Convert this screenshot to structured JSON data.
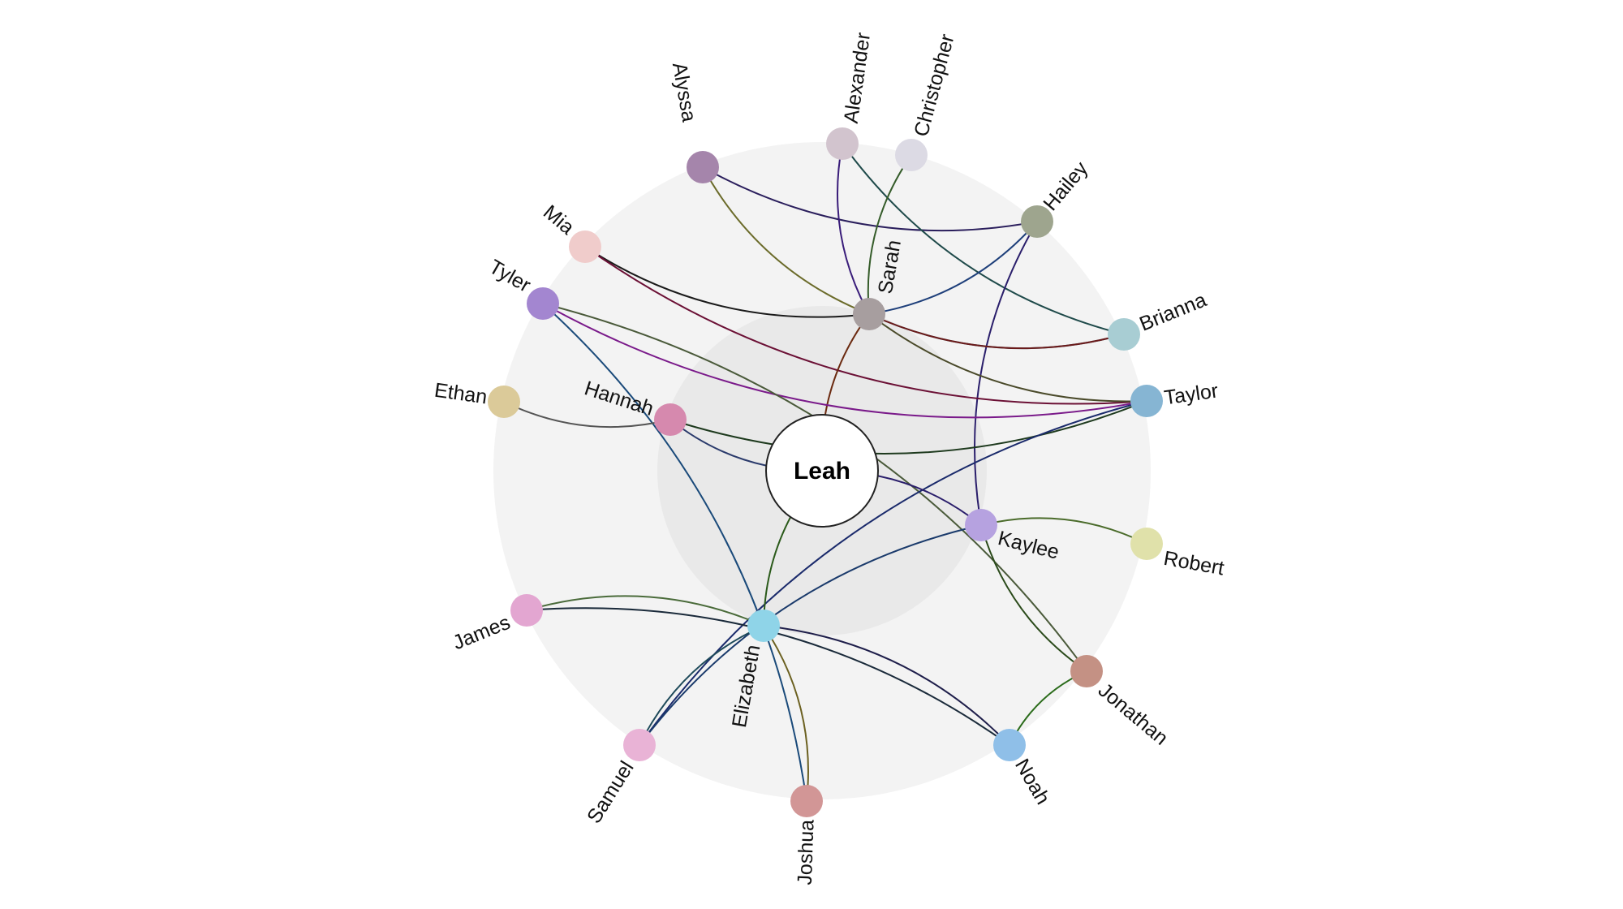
{
  "center": {
    "name": "Leah"
  },
  "nodes": [
    {
      "id": "alyssa",
      "name": "Alyssa",
      "color": "#a585ab"
    },
    {
      "id": "alexander",
      "name": "Alexander",
      "color": "#d2c4ce"
    },
    {
      "id": "christopher",
      "name": "Christopher",
      "color": "#dcdae4"
    },
    {
      "id": "hailey",
      "name": "Hailey",
      "color": "#9ea58e"
    },
    {
      "id": "mia",
      "name": "Mia",
      "color": "#f0cccb"
    },
    {
      "id": "tyler",
      "name": "Tyler",
      "color": "#a386d0"
    },
    {
      "id": "sarah",
      "name": "Sarah",
      "color": "#a79e9f"
    },
    {
      "id": "brianna",
      "name": "Brianna",
      "color": "#a8cdd3"
    },
    {
      "id": "taylor",
      "name": "Taylor",
      "color": "#86b5d3"
    },
    {
      "id": "ethan",
      "name": "Ethan",
      "color": "#dbca99"
    },
    {
      "id": "hannah",
      "name": "Hannah",
      "color": "#d689ae"
    },
    {
      "id": "kaylee",
      "name": "Kaylee",
      "color": "#b6a2e0"
    },
    {
      "id": "robert",
      "name": "Robert",
      "color": "#e0e1aa"
    },
    {
      "id": "james",
      "name": "James",
      "color": "#e3a6d1"
    },
    {
      "id": "elizabeth",
      "name": "Elizabeth",
      "color": "#8fd4e8"
    },
    {
      "id": "jonathan",
      "name": "Jonathan",
      "color": "#c49184"
    },
    {
      "id": "samuel",
      "name": "Samuel",
      "color": "#e9b3d6"
    },
    {
      "id": "noah",
      "name": "Noah",
      "color": "#8fbfe8"
    },
    {
      "id": "joshua",
      "name": "Joshua",
      "color": "#d29696"
    }
  ],
  "edges": [
    {
      "source": "alyssa",
      "target": "hailey",
      "color": "#2a1e5c"
    },
    {
      "source": "alyssa",
      "target": "sarah",
      "color": "#6b6b2a"
    },
    {
      "source": "alexander",
      "target": "sarah",
      "color": "#3a1d7a"
    },
    {
      "source": "alexander",
      "target": "brianna",
      "color": "#1f4a4a"
    },
    {
      "source": "christopher",
      "target": "sarah",
      "color": "#355c2a"
    },
    {
      "source": "hailey",
      "target": "sarah",
      "color": "#1e3f7a"
    },
    {
      "source": "hailey",
      "target": "kaylee",
      "color": "#2a1e6b"
    },
    {
      "source": "mia",
      "target": "sarah",
      "color": "#1a1a1a"
    },
    {
      "source": "mia",
      "target": "taylor",
      "color": "#6b1035"
    },
    {
      "source": "sarah",
      "target": "brianna",
      "color": "#3a6b7a"
    },
    {
      "source": "sarah",
      "target": "leah",
      "color": "#6b2a10"
    },
    {
      "source": "tyler",
      "target": "taylor",
      "color": "#7a1a8a"
    },
    {
      "source": "tyler",
      "target": "jonathan",
      "color": "#4a5a3a"
    },
    {
      "source": "tyler",
      "target": "joshua",
      "color": "#1a4a7a"
    },
    {
      "source": "ethan",
      "target": "hannah",
      "color": "#555555"
    },
    {
      "source": "hannah",
      "target": "taylor",
      "color": "#1e3a1e"
    },
    {
      "source": "hannah",
      "target": "leah",
      "color": "#2a3a6b"
    },
    {
      "source": "taylor",
      "target": "sarah",
      "color": "#4a4a2a"
    },
    {
      "source": "taylor",
      "target": "samuel",
      "color": "#1a2a6b"
    },
    {
      "source": "brianna",
      "target": "sarah",
      "color": "#6b1a1a"
    },
    {
      "source": "kaylee",
      "target": "robert",
      "color": "#4a6b2a"
    },
    {
      "source": "kaylee",
      "target": "jonathan",
      "color": "#2a4a1a"
    },
    {
      "source": "kaylee",
      "target": "samuel",
      "color": "#1a3a6b"
    },
    {
      "source": "kaylee",
      "target": "leah",
      "color": "#2a1e6b"
    },
    {
      "source": "leah",
      "target": "elizabeth",
      "color": "#2a5a1a"
    },
    {
      "source": "james",
      "target": "elizabeth",
      "color": "#4a6b3a"
    },
    {
      "source": "james",
      "target": "noah",
      "color": "#1a2a3a"
    },
    {
      "source": "elizabeth",
      "target": "noah",
      "color": "#1e1e4a"
    },
    {
      "source": "elizabeth",
      "target": "samuel",
      "color": "#1e4a5a"
    },
    {
      "source": "elizabeth",
      "target": "joshua",
      "color": "#6b6020"
    },
    {
      "source": "jonathan",
      "target": "noah",
      "color": "#2a6b1a"
    }
  ]
}
